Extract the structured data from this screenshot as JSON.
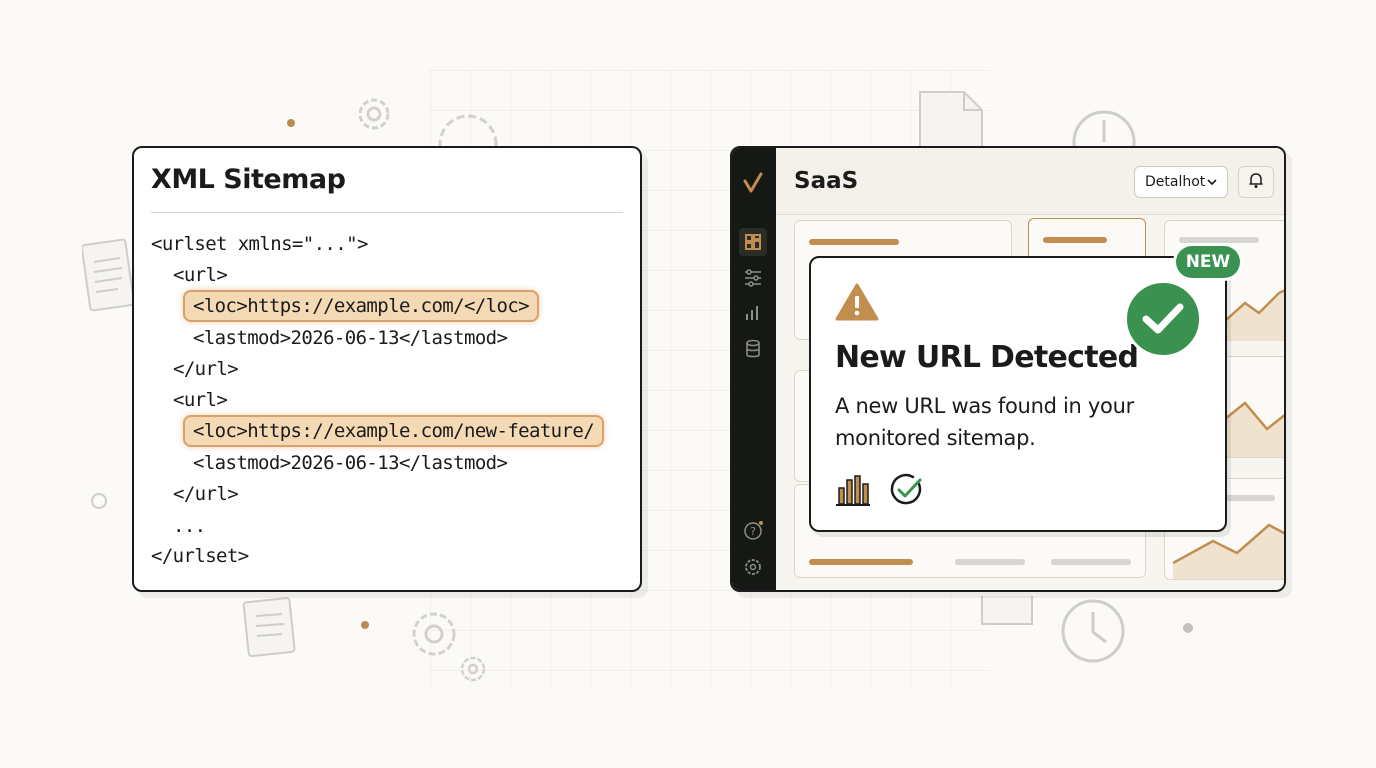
{
  "sitemap": {
    "title": "XML Sitemap",
    "lines": [
      "<urlset xmlns=\"...\">",
      "<url>",
      "<loc>https://example.com/</loc>",
      "<lastmod>2026-06-13</lastmod>",
      "</url>",
      "<url>",
      "<loc>https://example.com/new-feature/",
      "<lastmod>2026-06-13</lastmod>",
      "</url>",
      "...",
      "</urlset>"
    ]
  },
  "app": {
    "title": "SaaS",
    "account_selector": "Detalhot",
    "icons": {
      "logo": "checkmark-logo-icon",
      "dashboard": "dashboard-icon",
      "filters": "sliders-icon",
      "analytics": "bar-chart-icon",
      "database": "database-icon",
      "help": "help-icon",
      "settings": "gear-icon",
      "notifications": "bell-icon"
    }
  },
  "notification": {
    "badge": "NEW",
    "title": "New URL Detected",
    "message": "A new URL was found in your monitored sitemap.",
    "icons": [
      "warning-icon",
      "check-icon",
      "bar-chart-icon",
      "check-circle-icon"
    ]
  },
  "colors": {
    "accent": "#c18e4f",
    "highlight_fill": "#f4d9b5",
    "success": "#3a9150",
    "sidebar": "#151815"
  }
}
